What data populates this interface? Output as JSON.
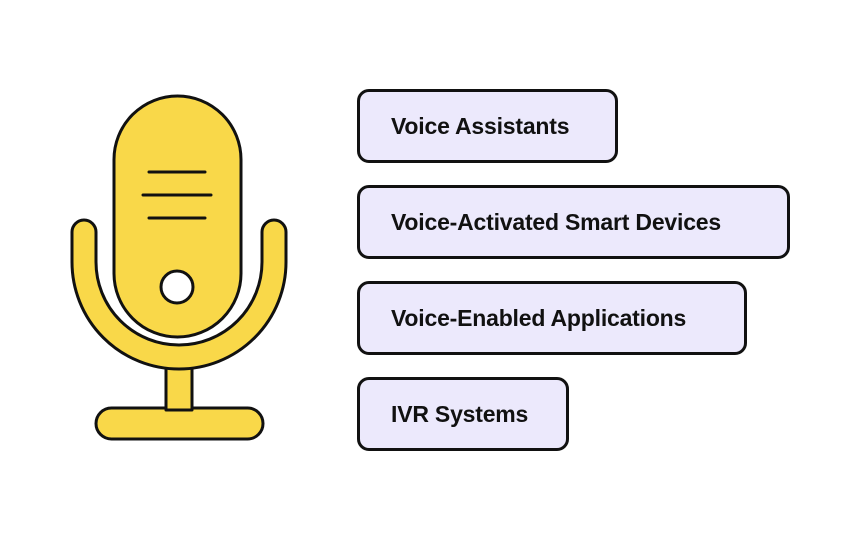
{
  "items": [
    {
      "label": "Voice Assistants"
    },
    {
      "label": "Voice-Activated Smart Devices"
    },
    {
      "label": "Voice-Enabled Applications"
    },
    {
      "label": "IVR Systems"
    }
  ],
  "colors": {
    "mic_fill": "#f9d849",
    "pill_fill": "#ece9fc",
    "stroke": "#111111"
  },
  "icons": {
    "main": "microphone-icon"
  }
}
